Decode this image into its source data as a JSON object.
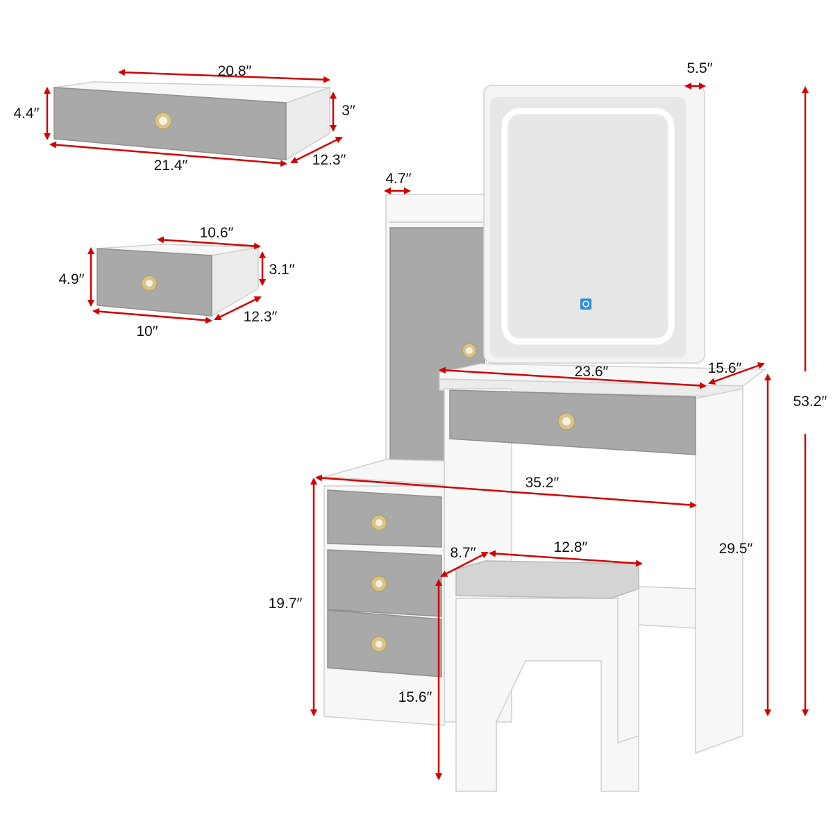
{
  "dimensions": {
    "drawer_large_width_top": "20.8′′",
    "drawer_large_height": "4.4′′",
    "drawer_large_inner_height": "3′′",
    "drawer_large_width_front": "21.4′′",
    "drawer_large_depth": "12.3′′",
    "drawer_small_width_top": "10.6′′",
    "drawer_small_height": "4.9′′",
    "drawer_small_inner_height": "3.1′′",
    "drawer_small_width_front": "10′′",
    "drawer_small_depth": "12.3′′",
    "mirror_depth": "5.5′′",
    "shelf_depth": "4.7′′",
    "table_top_width": "23.6′′",
    "table_top_depth": "15.6′′",
    "total_height": "53.2′′",
    "total_width": "35.2′′",
    "table_height": "29.5′′",
    "cabinet_height": "19.7′′",
    "stool_depth": "8.7′′",
    "stool_width": "12.8′′",
    "stool_height": "15.6′′"
  },
  "colors": {
    "dimension_arrow": "#d10000",
    "drawer_front": "#a9a9a9",
    "body": "#f7f7f7",
    "knob": "#d8c38a"
  },
  "icons": {
    "mirror_touch_switch": "touch-sensor-icon"
  }
}
